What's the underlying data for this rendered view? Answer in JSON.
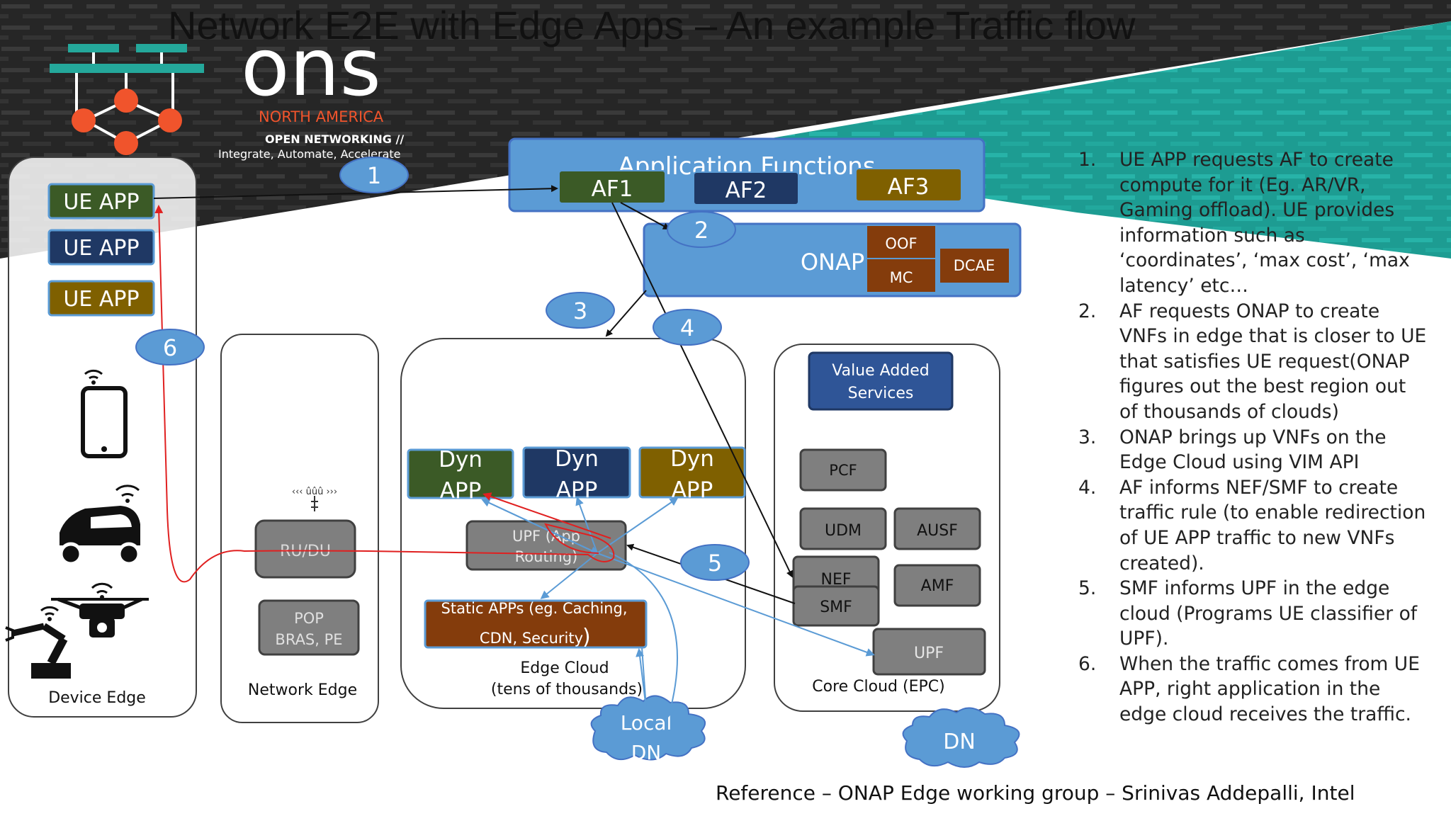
{
  "title": "Network E2E with Edge Apps – An example Traffic flow",
  "logo": {
    "wordmark": "ons",
    "region": "NORTH AMERICA",
    "tagline1": "OPEN NETWORKING //",
    "tagline2": "Integrate, Automate, Accelerate"
  },
  "device_edge": {
    "label": "Device Edge",
    "ue_apps": [
      "UE APP",
      "UE APP",
      "UE APP"
    ]
  },
  "network_edge": {
    "label": "Network  Edge",
    "radio_label": "‹‹‹ ûûû ›››",
    "ru_du": "RU/DU",
    "pop_line1": "POP",
    "pop_line2": "BRAS, PE"
  },
  "app_functions": {
    "label": "Application Functions",
    "af1": "AF1",
    "af2": "AF2",
    "af3": "AF3"
  },
  "onap": {
    "label": "ONAP",
    "oof": "OOF",
    "mc": "MC",
    "dcae": "DCAE"
  },
  "edge_cloud": {
    "label_line1": "Edge Cloud",
    "label_line2": "(tens of thousands)",
    "dyn_app_line1": "Dyn",
    "dyn_app_line2": "APP",
    "upf_line1": "UPF (App",
    "upf_line2": "Routing)",
    "static_line1": "Static APPs (eg. Caching,",
    "static_line2": "CDN, Security",
    "static_paren": ")"
  },
  "core_cloud": {
    "label": "Core  Cloud (EPC)",
    "vas_line1": "Value Added",
    "vas_line2": "Services",
    "pcf": "PCF",
    "udm": "UDM",
    "ausf": "AUSF",
    "nef": "NEF",
    "smf": "SMF",
    "amf": "AMF",
    "upf": "UPF"
  },
  "clouds": {
    "local_dn_line1": "Local",
    "local_dn_line2": "DN",
    "dn": "DN"
  },
  "step_badges": [
    "1",
    "2",
    "3",
    "4",
    "5",
    "6"
  ],
  "steps": [
    {
      "num": "1.",
      "text": "UE APP requests AF to create compute for it (Eg. AR/VR, Gaming offload). UE provides information such as ‘coordinates’, ‘max cost’, ‘max latency’ etc…"
    },
    {
      "num": "2.",
      "text": "AF requests ONAP to create VNFs in edge that is closer to UE that satisfies UE request(ONAP figures out the best region out of thousands of clouds)"
    },
    {
      "num": "3.",
      "text": "ONAP brings up VNFs on the Edge Cloud using VIM API"
    },
    {
      "num": "4.",
      "text": " AF informs NEF/SMF to create traffic rule (to enable redirection of UE APP traffic to new VNFs created)."
    },
    {
      "num": "5.",
      "text": "SMF informs UPF in the edge cloud (Programs UE classifier of UPF)."
    },
    {
      "num": "6.",
      "text": "When the traffic comes from UE APP,  right application in the edge cloud receives the traffic."
    }
  ],
  "reference": "Reference – ONAP Edge working group – Srinivas Addepalli, Intel",
  "colors": {
    "af_blue": "#5b9bd5",
    "green": "#3b5a26",
    "navy": "#1f3864",
    "olive": "#7f6000",
    "brown": "#843c0c",
    "badge_blue": "#5b9bd5",
    "flow_red": "#e02020",
    "link_blue": "#5b9bd5",
    "banner_teal": "#2aa198",
    "grey_box": "#7f7f7f"
  }
}
